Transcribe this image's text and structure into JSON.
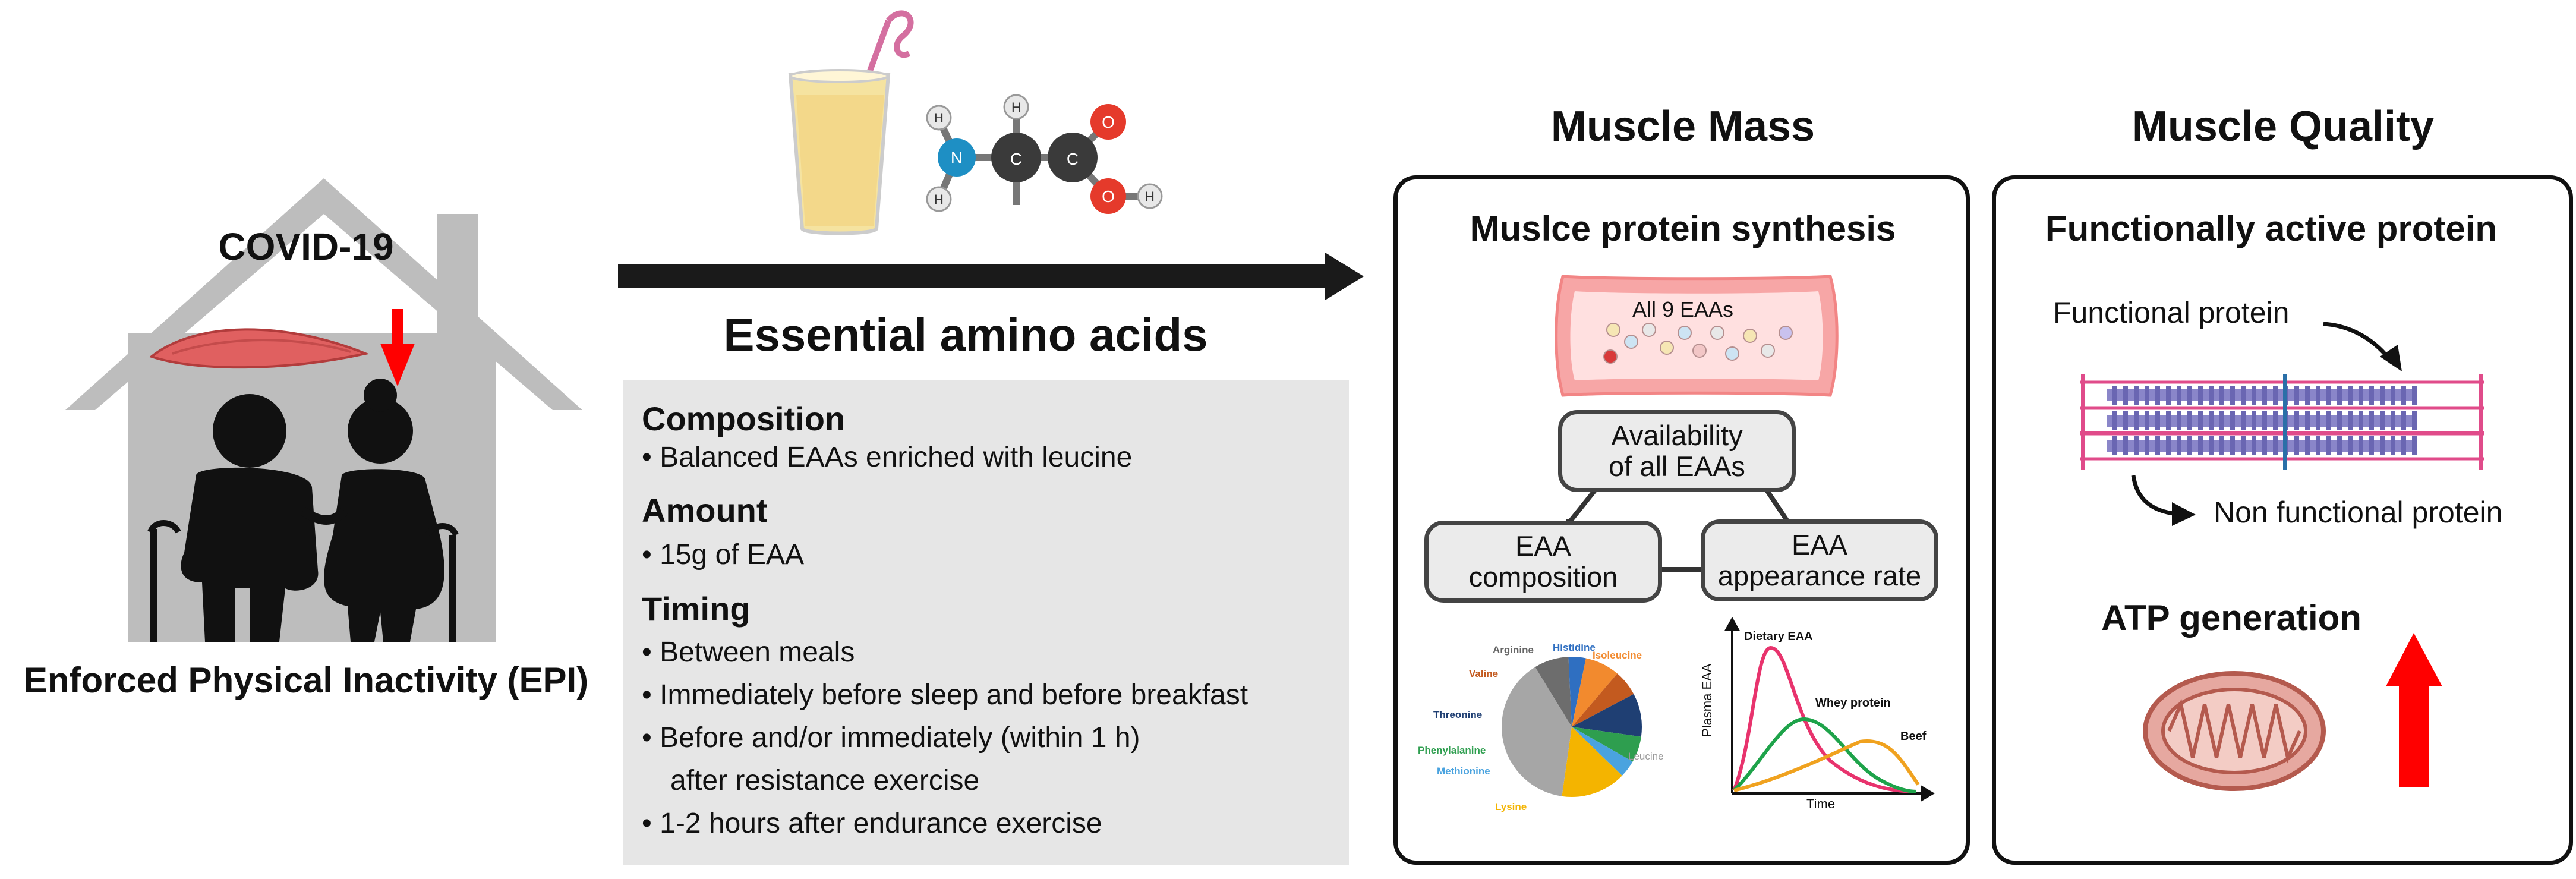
{
  "left": {
    "covid_label": "COVID-19",
    "epi_label": "Enforced Physical Inactivity (EPI)"
  },
  "middle": {
    "title": "Essential amino acids",
    "sections": [
      {
        "heading": "Composition",
        "items": [
          "Balanced EAAs enriched with leucine"
        ]
      },
      {
        "heading": "Amount",
        "items": [
          "15g of EAA"
        ]
      },
      {
        "heading": "Timing",
        "items": [
          "Between meals",
          "Immediately before sleep and before breakfast",
          "Before and/or immediately (within 1 h)",
          "after resistance exercise",
          "1-2 hours after endurance exercise"
        ]
      }
    ],
    "bullet": "•"
  },
  "muscle_mass": {
    "header": "Muscle Mass",
    "subtitle": "Muslce protein synthesis",
    "vessel_label": "All 9 EAAs",
    "node_availability": "Availability\nof all EAAs",
    "node_composition": "EAA\ncomposition",
    "node_appearance": "EAA\nappearance rate",
    "pie": {
      "labels": [
        "Arginine",
        "Histidine",
        "Isoleucine",
        "Valine",
        "Threonine",
        "Phenylalanine",
        "Methionine",
        "Lysine",
        "Leucine"
      ],
      "colors": [
        "#6d6d6d",
        "#2f6fc1",
        "#f28a2e",
        "#c35a1f",
        "#1f3f73",
        "#2e9e4f",
        "#4aa3df",
        "#f4b400",
        "#a6a6a6"
      ],
      "label_colors": [
        "#666666",
        "#2f6fc1",
        "#f28a2e",
        "#c35a1f",
        "#1f3f73",
        "#2e9e4f",
        "#4aa3df",
        "#f4b400",
        "#999999"
      ]
    },
    "curve_chart": {
      "ylabel": "Plasma EAA",
      "xlabel": "Time",
      "series": [
        {
          "name": "Dietary EAA",
          "color": "#e8336d"
        },
        {
          "name": "Whey protein",
          "color": "#1ea34a"
        },
        {
          "name": "Beef",
          "color": "#f0a21f"
        }
      ]
    }
  },
  "muscle_quality": {
    "header": "Muscle Quality",
    "subtitle": "Functionally active protein",
    "functional_label": "Functional protein",
    "nonfunctional_label": "Non functional protein",
    "atp_label": "ATP generation"
  },
  "colors": {
    "arrow_dark": "#1a1a1a",
    "red_arrow": "#ff0000",
    "house_grey": "#bdbdbd",
    "panel_grey": "#e6e6e6",
    "vessel_pink": "#f7a6a6"
  }
}
